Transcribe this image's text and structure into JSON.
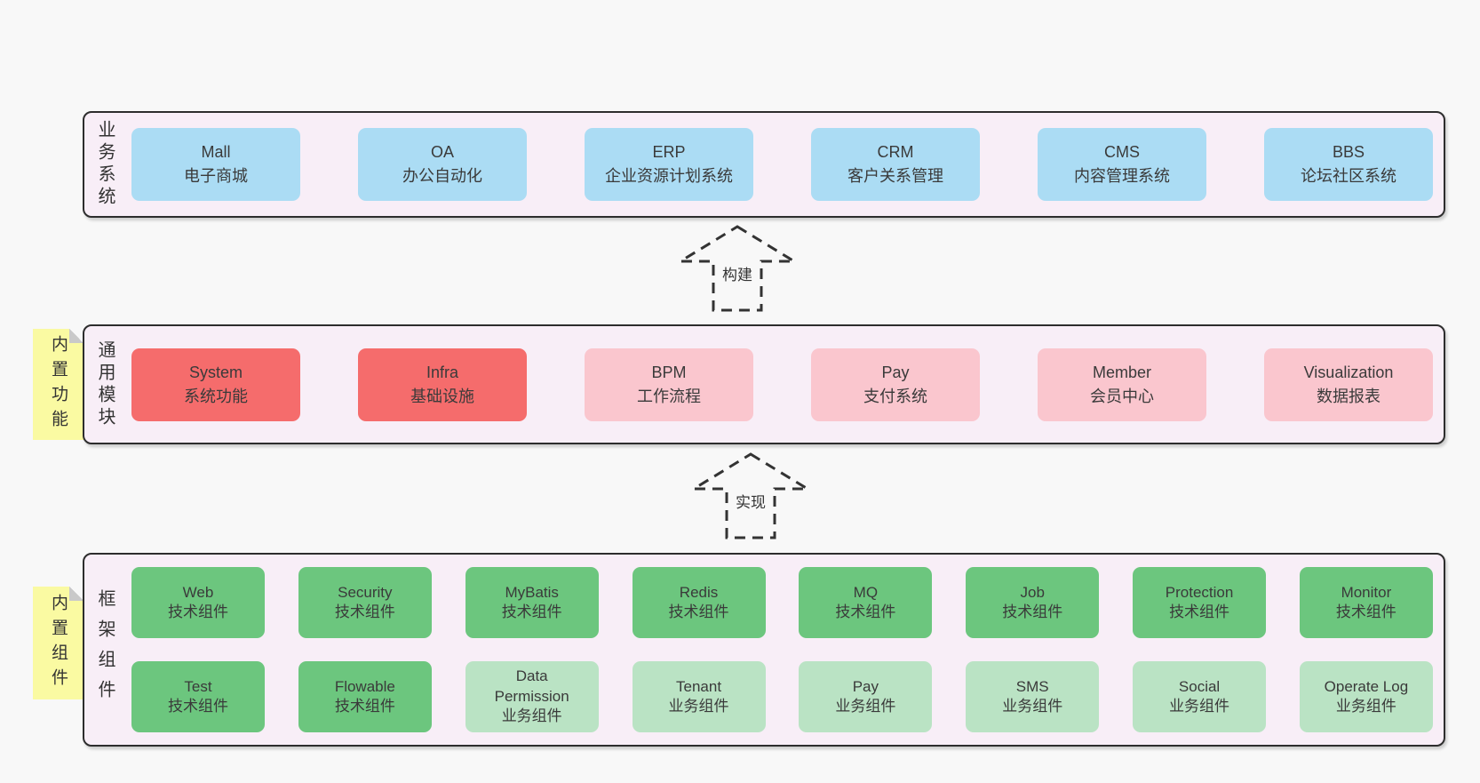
{
  "palette": {
    "page_bg": "#f8f8f8",
    "section_bg": "#f8eef7",
    "section_border": "#2d2d2d",
    "blue": "#abdcf4",
    "red": "#f56c6c",
    "pink": "#fac6ce",
    "green": "#6cc67e",
    "green_light": "#bae3c4",
    "note_yellow": "#fafaa2",
    "note_fold": "#c9c9c9",
    "text": "#3a3a3a"
  },
  "arrows": [
    {
      "label": "构建"
    },
    {
      "label": "实现"
    }
  ],
  "sections": [
    {
      "label": "业务系统",
      "items": [
        {
          "title": "Mall",
          "subtitle": "电子商城"
        },
        {
          "title": "OA",
          "subtitle": "办公自动化"
        },
        {
          "title": "ERP",
          "subtitle": "企业资源计划系统"
        },
        {
          "title": "CRM",
          "subtitle": "客户关系管理"
        },
        {
          "title": "CMS",
          "subtitle": "内容管理系统"
        },
        {
          "title": "BBS",
          "subtitle": "论坛社区系统"
        }
      ]
    },
    {
      "label": "通用模块",
      "note": "内置功能",
      "items": [
        {
          "title": "System",
          "subtitle": "系统功能"
        },
        {
          "title": "Infra",
          "subtitle": "基础设施"
        },
        {
          "title": "BPM",
          "subtitle": "工作流程"
        },
        {
          "title": "Pay",
          "subtitle": "支付系统"
        },
        {
          "title": "Member",
          "subtitle": "会员中心"
        },
        {
          "title": "Visualization",
          "subtitle": "数据报表"
        }
      ]
    },
    {
      "label": "框架组件",
      "note": "内置组件",
      "rows": [
        [
          {
            "title": "Web",
            "subtitle": "技术组件"
          },
          {
            "title": "Security",
            "subtitle": "技术组件"
          },
          {
            "title": "MyBatis",
            "subtitle": "技术组件"
          },
          {
            "title": "Redis",
            "subtitle": "技术组件"
          },
          {
            "title": "MQ",
            "subtitle": "技术组件"
          },
          {
            "title": "Job",
            "subtitle": "技术组件"
          },
          {
            "title": "Protection",
            "subtitle": "技术组件"
          },
          {
            "title": "Monitor",
            "subtitle": "技术组件"
          }
        ],
        [
          {
            "title": "Test",
            "subtitle": "技术组件"
          },
          {
            "title": "Flowable",
            "subtitle": "技术组件"
          },
          {
            "title": "Data Permission",
            "subtitle": "业务组件"
          },
          {
            "title": "Tenant",
            "subtitle": "业务组件"
          },
          {
            "title": "Pay",
            "subtitle": "业务组件"
          },
          {
            "title": "SMS",
            "subtitle": "业务组件"
          },
          {
            "title": "Social",
            "subtitle": "业务组件"
          },
          {
            "title": "Operate Log",
            "subtitle": "业务组件"
          }
        ]
      ]
    }
  ]
}
